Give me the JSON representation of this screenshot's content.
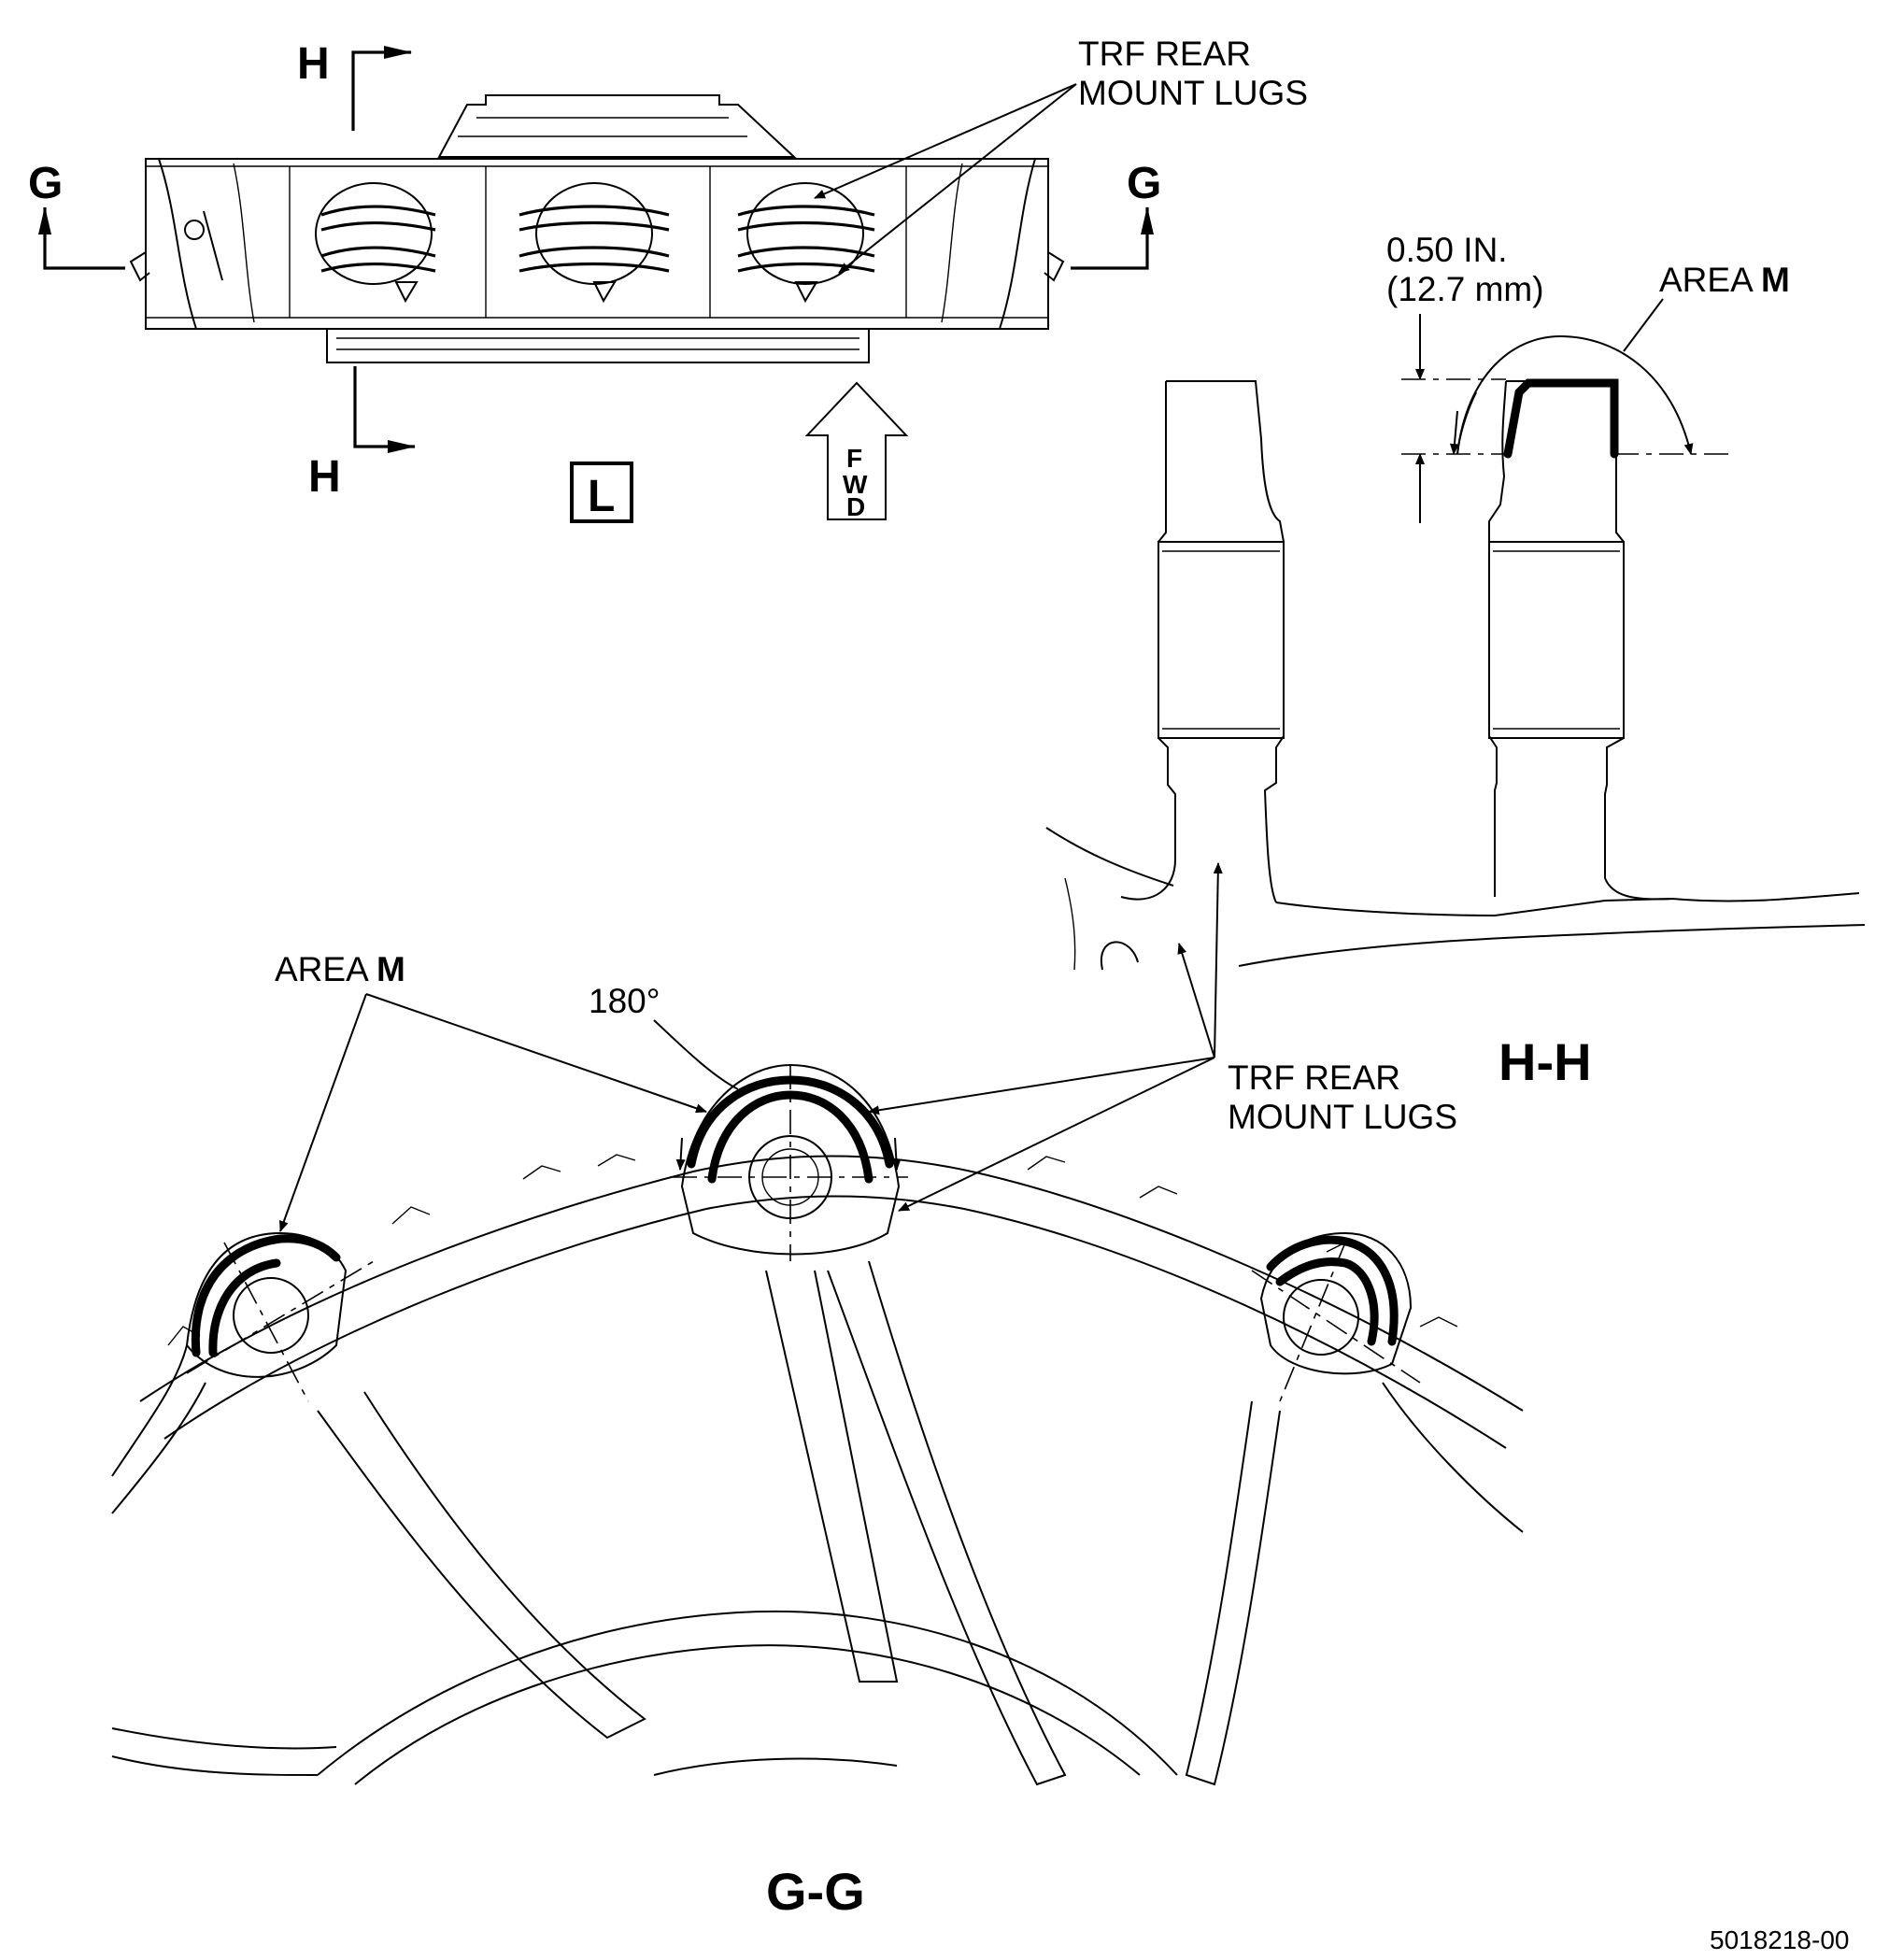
{
  "view_l": {
    "section_h_top": "H",
    "section_h_bottom": "H",
    "section_g_left": "G",
    "section_g_right": "G",
    "callout": "TRF REAR\nMOUNT LUGS",
    "view_letter": "L",
    "fwd_letters": [
      "F",
      "W",
      "D"
    ]
  },
  "section_hh": {
    "title": "H-H",
    "dimension_in": "0.50 IN.",
    "dimension_mm": "(12.7 mm)",
    "area_prefix": "AREA ",
    "area_letter": "M"
  },
  "section_gg": {
    "title": "G-G",
    "area_prefix": "AREA ",
    "area_letter": "M",
    "angle": "180°",
    "callout": "TRF REAR\nMOUNT LUGS"
  },
  "figure_id": "5018218-00"
}
